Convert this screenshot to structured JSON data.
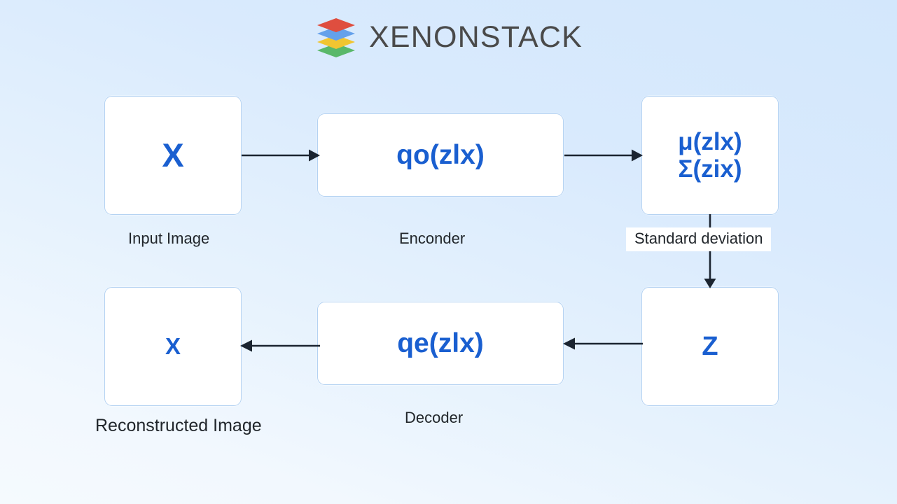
{
  "brand": {
    "name": "XENONSTACK",
    "logo_icon": "stacked-layers-logo-icon",
    "logo_colors": [
      "#e0412f",
      "#5b9bea",
      "#f4c220",
      "#4fb45e"
    ],
    "text_color": "#4a4a4a"
  },
  "theme": {
    "background_top": "#d3e7fc",
    "background_bottom": "#f5fafe",
    "node_fill": "#ffffff",
    "node_border": "#b4d2f2",
    "node_text_color": "#1a5fd0",
    "caption_color": "#21262b",
    "arrow_color": "#1b2430"
  },
  "diagram": {
    "type": "variational-autoencoder-flow",
    "nodes": [
      {
        "id": "input",
        "text": "X",
        "caption": "Input Image"
      },
      {
        "id": "encoder",
        "text": "qo(zlx)",
        "caption": "Enconder"
      },
      {
        "id": "musigma",
        "text_line1": "μ(zlx)",
        "text_line2": "Σ(zix)",
        "caption": ""
      },
      {
        "id": "z",
        "text": "Z",
        "caption": ""
      },
      {
        "id": "decoder",
        "text": "qe(zlx)",
        "caption": "Decoder"
      },
      {
        "id": "recon",
        "text": "X",
        "caption": "Reconstructed Image"
      }
    ],
    "edges": [
      {
        "id": "input-to-encoder",
        "from": "input",
        "to": "encoder",
        "direction": "right",
        "label": ""
      },
      {
        "id": "encoder-to-musigma",
        "from": "encoder",
        "to": "musigma",
        "direction": "right",
        "label": ""
      },
      {
        "id": "musigma-to-z",
        "from": "musigma",
        "to": "z",
        "direction": "down",
        "label": "Standard deviation"
      },
      {
        "id": "z-to-decoder",
        "from": "z",
        "to": "decoder",
        "direction": "left",
        "label": ""
      },
      {
        "id": "decoder-to-recon",
        "from": "decoder",
        "to": "recon",
        "direction": "left",
        "label": ""
      }
    ]
  }
}
